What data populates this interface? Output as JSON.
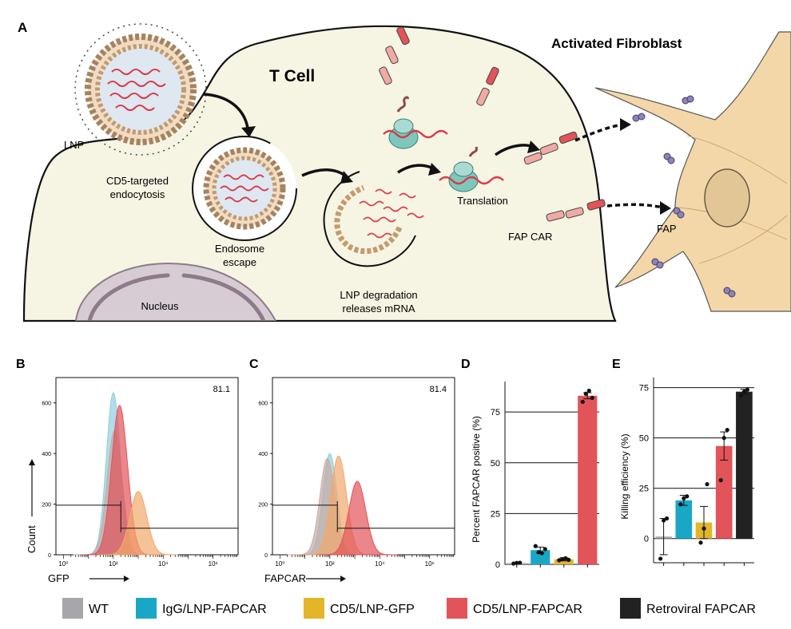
{
  "panel_a": {
    "letter": "A",
    "t_cell": "T Cell",
    "activated_fibroblast": "Activated Fibroblast",
    "lnp": "LNP",
    "cd5_endocytosis_1": "CD5-targeted",
    "cd5_endocytosis_2": "endocytosis",
    "endosome_1": "Endosome",
    "endosome_2": "escape",
    "degradation_1": "LNP degradation",
    "degradation_2": "releases mRNA",
    "translation": "Translation",
    "fap_car": "FAP CAR",
    "fap": "FAP",
    "nucleus": "Nucleus"
  },
  "colors": {
    "cell_fill": "#f6f4e3",
    "nucleus": "#d7ccd4",
    "fibroblast": "#f3d7a8",
    "mrna": "#d93a4a",
    "ribosome": "#7ec7bc",
    "wt": "#a6a6ab",
    "igg": "#1aa7c7",
    "cd5_gfp": "#e3b52a",
    "cd5_fapcar": "#e2535a",
    "retro": "#222222",
    "gfp_hist": "#f2a86b"
  },
  "chart_data": [
    {
      "panel": "B",
      "type": "area",
      "xlabel": "GFP",
      "ylabel": "Count",
      "gate_percent": "81.1",
      "x_ticks": [
        "10⁰",
        "10²",
        "10⁴",
        "10⁶"
      ],
      "y_ticks": [
        "0",
        "200",
        "400",
        "600"
      ],
      "ylim": [
        0,
        700
      ],
      "series": [
        {
          "color": "#8fcfe0",
          "peak_log10": 2.0,
          "peak_count": 640
        },
        {
          "color": "#c8a9a3",
          "peak_log10": 2.05,
          "peak_count": 490
        },
        {
          "color": "#e2535a",
          "peak_log10": 2.25,
          "peak_count": 590
        },
        {
          "color": "#f2a86b",
          "peak_log10": 3.0,
          "peak_count": 250
        }
      ]
    },
    {
      "panel": "C",
      "type": "area",
      "xlabel": "FAPCAR",
      "ylabel": "",
      "gate_percent": "81.4",
      "x_ticks": [
        "10⁰",
        "10²",
        "10⁴",
        "10⁶"
      ],
      "y_ticks": [
        "0",
        "200",
        "400",
        "600"
      ],
      "ylim": [
        0,
        700
      ],
      "series": [
        {
          "color": "#8fcfe0",
          "peak_log10": 2.0,
          "peak_count": 400
        },
        {
          "color": "#c8a9a3",
          "peak_log10": 1.9,
          "peak_count": 380
        },
        {
          "color": "#f2a86b",
          "peak_log10": 2.35,
          "peak_count": 390
        },
        {
          "color": "#e2535a",
          "peak_log10": 3.1,
          "peak_count": 290
        }
      ]
    },
    {
      "panel": "D",
      "type": "bar",
      "ylabel": "Percent FAPCAR positive (%)",
      "ylim": [
        0,
        90
      ],
      "y_ticks": [
        0,
        25,
        50,
        75
      ],
      "categories": [
        "WT",
        "IgG/LNP-FAPCAR",
        "CD5/LNP-GFP",
        "CD5/LNP-FAPCAR"
      ],
      "values": [
        0.6,
        7,
        2.5,
        83
      ],
      "errors": [
        0.3,
        1.5,
        0.8,
        1.5
      ],
      "points": [
        [
          0.4,
          0.7,
          0.8
        ],
        [
          9,
          6,
          5.5,
          7.5
        ],
        [
          2,
          2.5,
          3,
          2.2
        ],
        [
          80,
          84,
          85.5,
          82
        ]
      ]
    },
    {
      "panel": "E",
      "type": "bar",
      "ylabel": "Killing efficiency (%)",
      "ylim": [
        -12,
        80
      ],
      "y_ticks": [
        0,
        25,
        50,
        75
      ],
      "categories": [
        "WT",
        "IgG/LNP-FAPCAR",
        "CD5/LNP-GFP",
        "CD5/LNP-FAPCAR",
        "Retroviral FAPCAR"
      ],
      "values": [
        1,
        19,
        8,
        46,
        73
      ],
      "errors": [
        9,
        2.5,
        8,
        7,
        1.2
      ],
      "points": [
        [
          -10,
          9,
          10
        ],
        [
          17,
          20,
          21
        ],
        [
          -2,
          5,
          27
        ],
        [
          29,
          50,
          54
        ],
        [
          71,
          73,
          74
        ]
      ]
    }
  ],
  "panels": {
    "b": "B",
    "c": "C",
    "d": "D",
    "e": "E"
  },
  "legend": [
    {
      "label": "WT",
      "color": "#a6a6ab"
    },
    {
      "label": "IgG/LNP-FAPCAR",
      "color": "#1aa7c7"
    },
    {
      "label": "CD5/LNP-GFP",
      "color": "#e3b52a"
    },
    {
      "label": "CD5/LNP-FAPCAR",
      "color": "#e2535a"
    },
    {
      "label": "Retroviral FAPCAR",
      "color": "#222222"
    }
  ]
}
